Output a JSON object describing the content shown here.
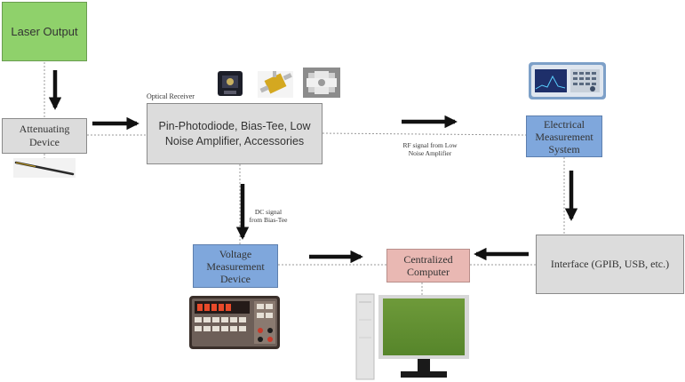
{
  "nodes": {
    "laser": "Laser Output",
    "attenuating": "Attenuating Device",
    "receiver": "Pin-Photodiode, Bias-Tee, Low Noise Amplifier, Accessories",
    "electrical": "Electrical Measurement System",
    "voltage": "Voltage Measurement Device",
    "computer": "Centralized Computer",
    "interface": "Interface (GPIB, USB, etc.)"
  },
  "labels": {
    "optical_receiver": "Optical Receiver",
    "rf_signal": "RF signal from Low Noise Amplifier",
    "dc_signal": "DC signal from Bias-Tee"
  },
  "colors": {
    "green": "#8fd16b",
    "grey": "#dcdcdc",
    "blue": "#7fa7dc",
    "pink": "#e9b8b3"
  }
}
